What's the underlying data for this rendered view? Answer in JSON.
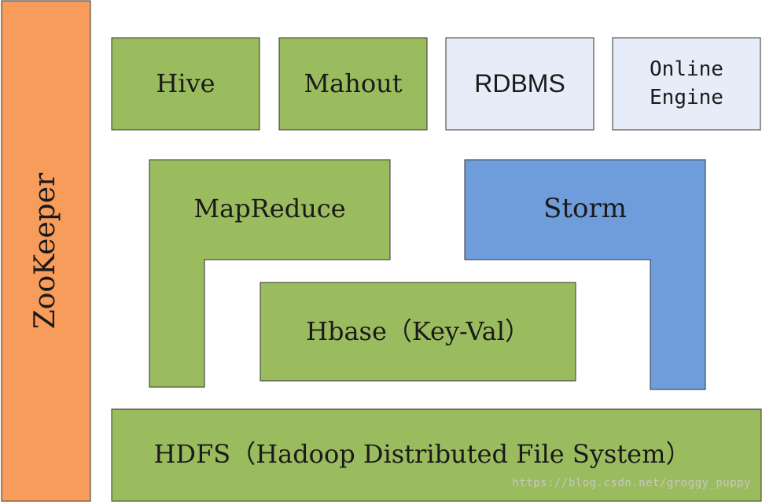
{
  "colors": {
    "zookeeper": "#f79c5a",
    "green": "#9bbb5f",
    "light": "#e6edf8",
    "storm": "#6f9ddc",
    "border": "#333333"
  },
  "zookeeper": {
    "label": "ZooKeeper"
  },
  "top_row": [
    {
      "id": "hive",
      "label": "Hive"
    },
    {
      "id": "mahout",
      "label": "Mahout"
    },
    {
      "id": "rdbms",
      "label": "RDBMS"
    },
    {
      "id": "online_engine",
      "label": "Online\nEngine"
    }
  ],
  "mapreduce": {
    "label": "MapReduce"
  },
  "storm": {
    "label": "Storm"
  },
  "hbase": {
    "label": "Hbase（Key-Val）"
  },
  "hdfs": {
    "label": "HDFS（Hadoop Distributed File System）"
  },
  "watermark": "https://blog.csdn.net/groggy_puppy"
}
